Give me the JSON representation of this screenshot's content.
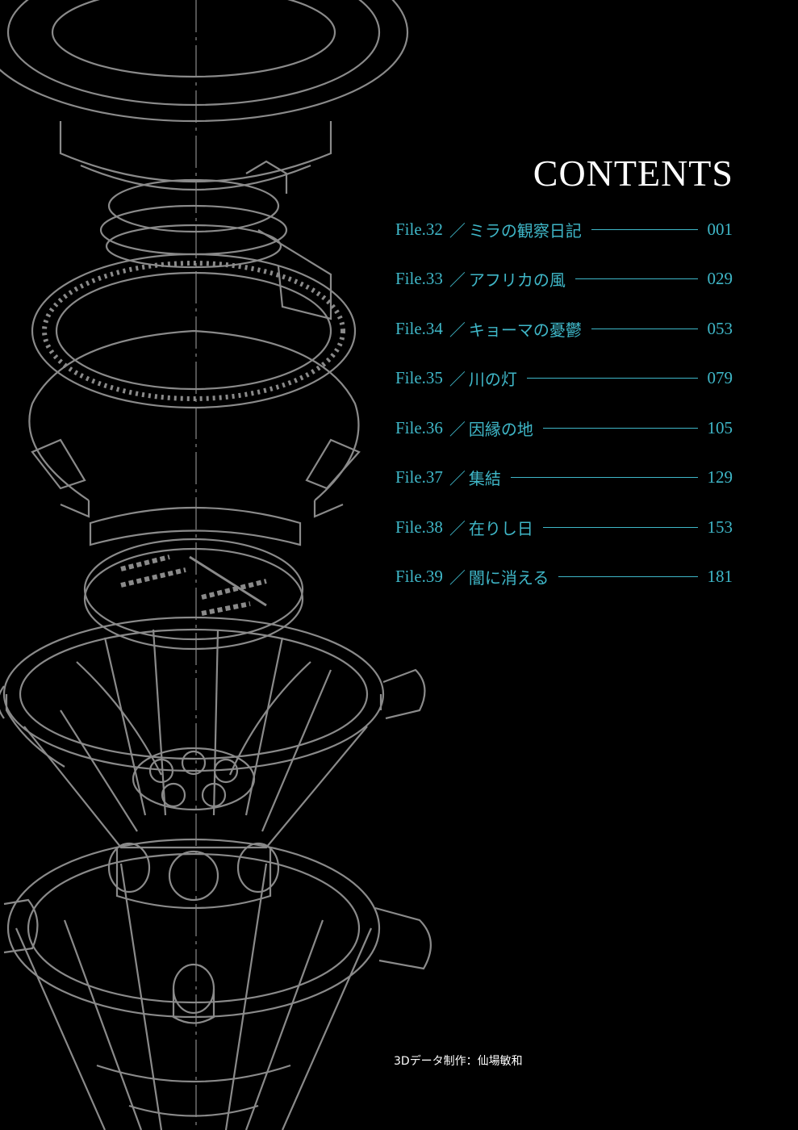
{
  "title": "CONTENTS",
  "toc": [
    {
      "file": "File.32",
      "sep": "／",
      "name": "ミラの観察日記",
      "page": "001"
    },
    {
      "file": "File.33",
      "sep": "／",
      "name": "アフリカの風",
      "page": "029"
    },
    {
      "file": "File.34",
      "sep": "／",
      "name": "キョーマの憂鬱",
      "page": "053"
    },
    {
      "file": "File.35",
      "sep": "／",
      "name": "川の灯",
      "page": "079"
    },
    {
      "file": "File.36",
      "sep": "／",
      "name": "因縁の地",
      "page": "105"
    },
    {
      "file": "File.37",
      "sep": "／",
      "name": "集結",
      "page": "129"
    },
    {
      "file": "File.38",
      "sep": "／",
      "name": "在りし日",
      "page": "153"
    },
    {
      "file": "File.39",
      "sep": "／",
      "name": "闇に消える",
      "page": "181"
    }
  ],
  "credit": "3Dデータ制作：仙場敏和",
  "colors": {
    "background": "#000000",
    "accent": "#3fb7c8",
    "linework": "#8a8a8a",
    "title": "#ffffff"
  }
}
